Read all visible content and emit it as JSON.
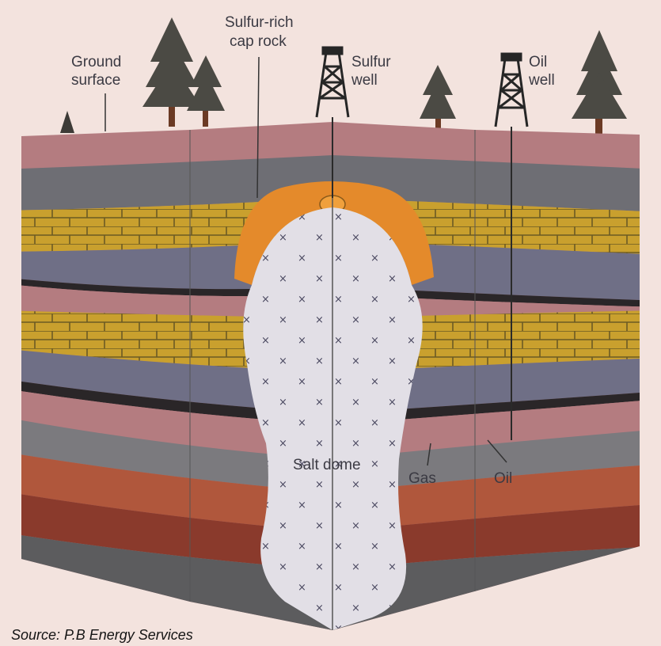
{
  "labels": {
    "ground_surface": [
      "Ground",
      "surface"
    ],
    "cap_rock": [
      "Sulfur-rich",
      "cap rock"
    ],
    "sulfur_well": [
      "Sulfur",
      "well"
    ],
    "oil_well": [
      "Oil",
      "well"
    ],
    "salt_dome": "Salt dome",
    "gas": "Gas",
    "oil": "Oil"
  },
  "source": "Source:  P.B Energy Services",
  "colors": {
    "background": "#f3e3de",
    "pink_layer": "#b47c80",
    "gray_layer": "#6e6e74",
    "limestone": "#c9a02e",
    "blue_gray_layer": "#6f6f86",
    "salt_dome": "#e2dfe6",
    "cap_rock": "#e48a2b",
    "red_brown": "#b0573c",
    "dark_red": "#8a3a2c",
    "bottom_gray": "#5c5c5e"
  }
}
